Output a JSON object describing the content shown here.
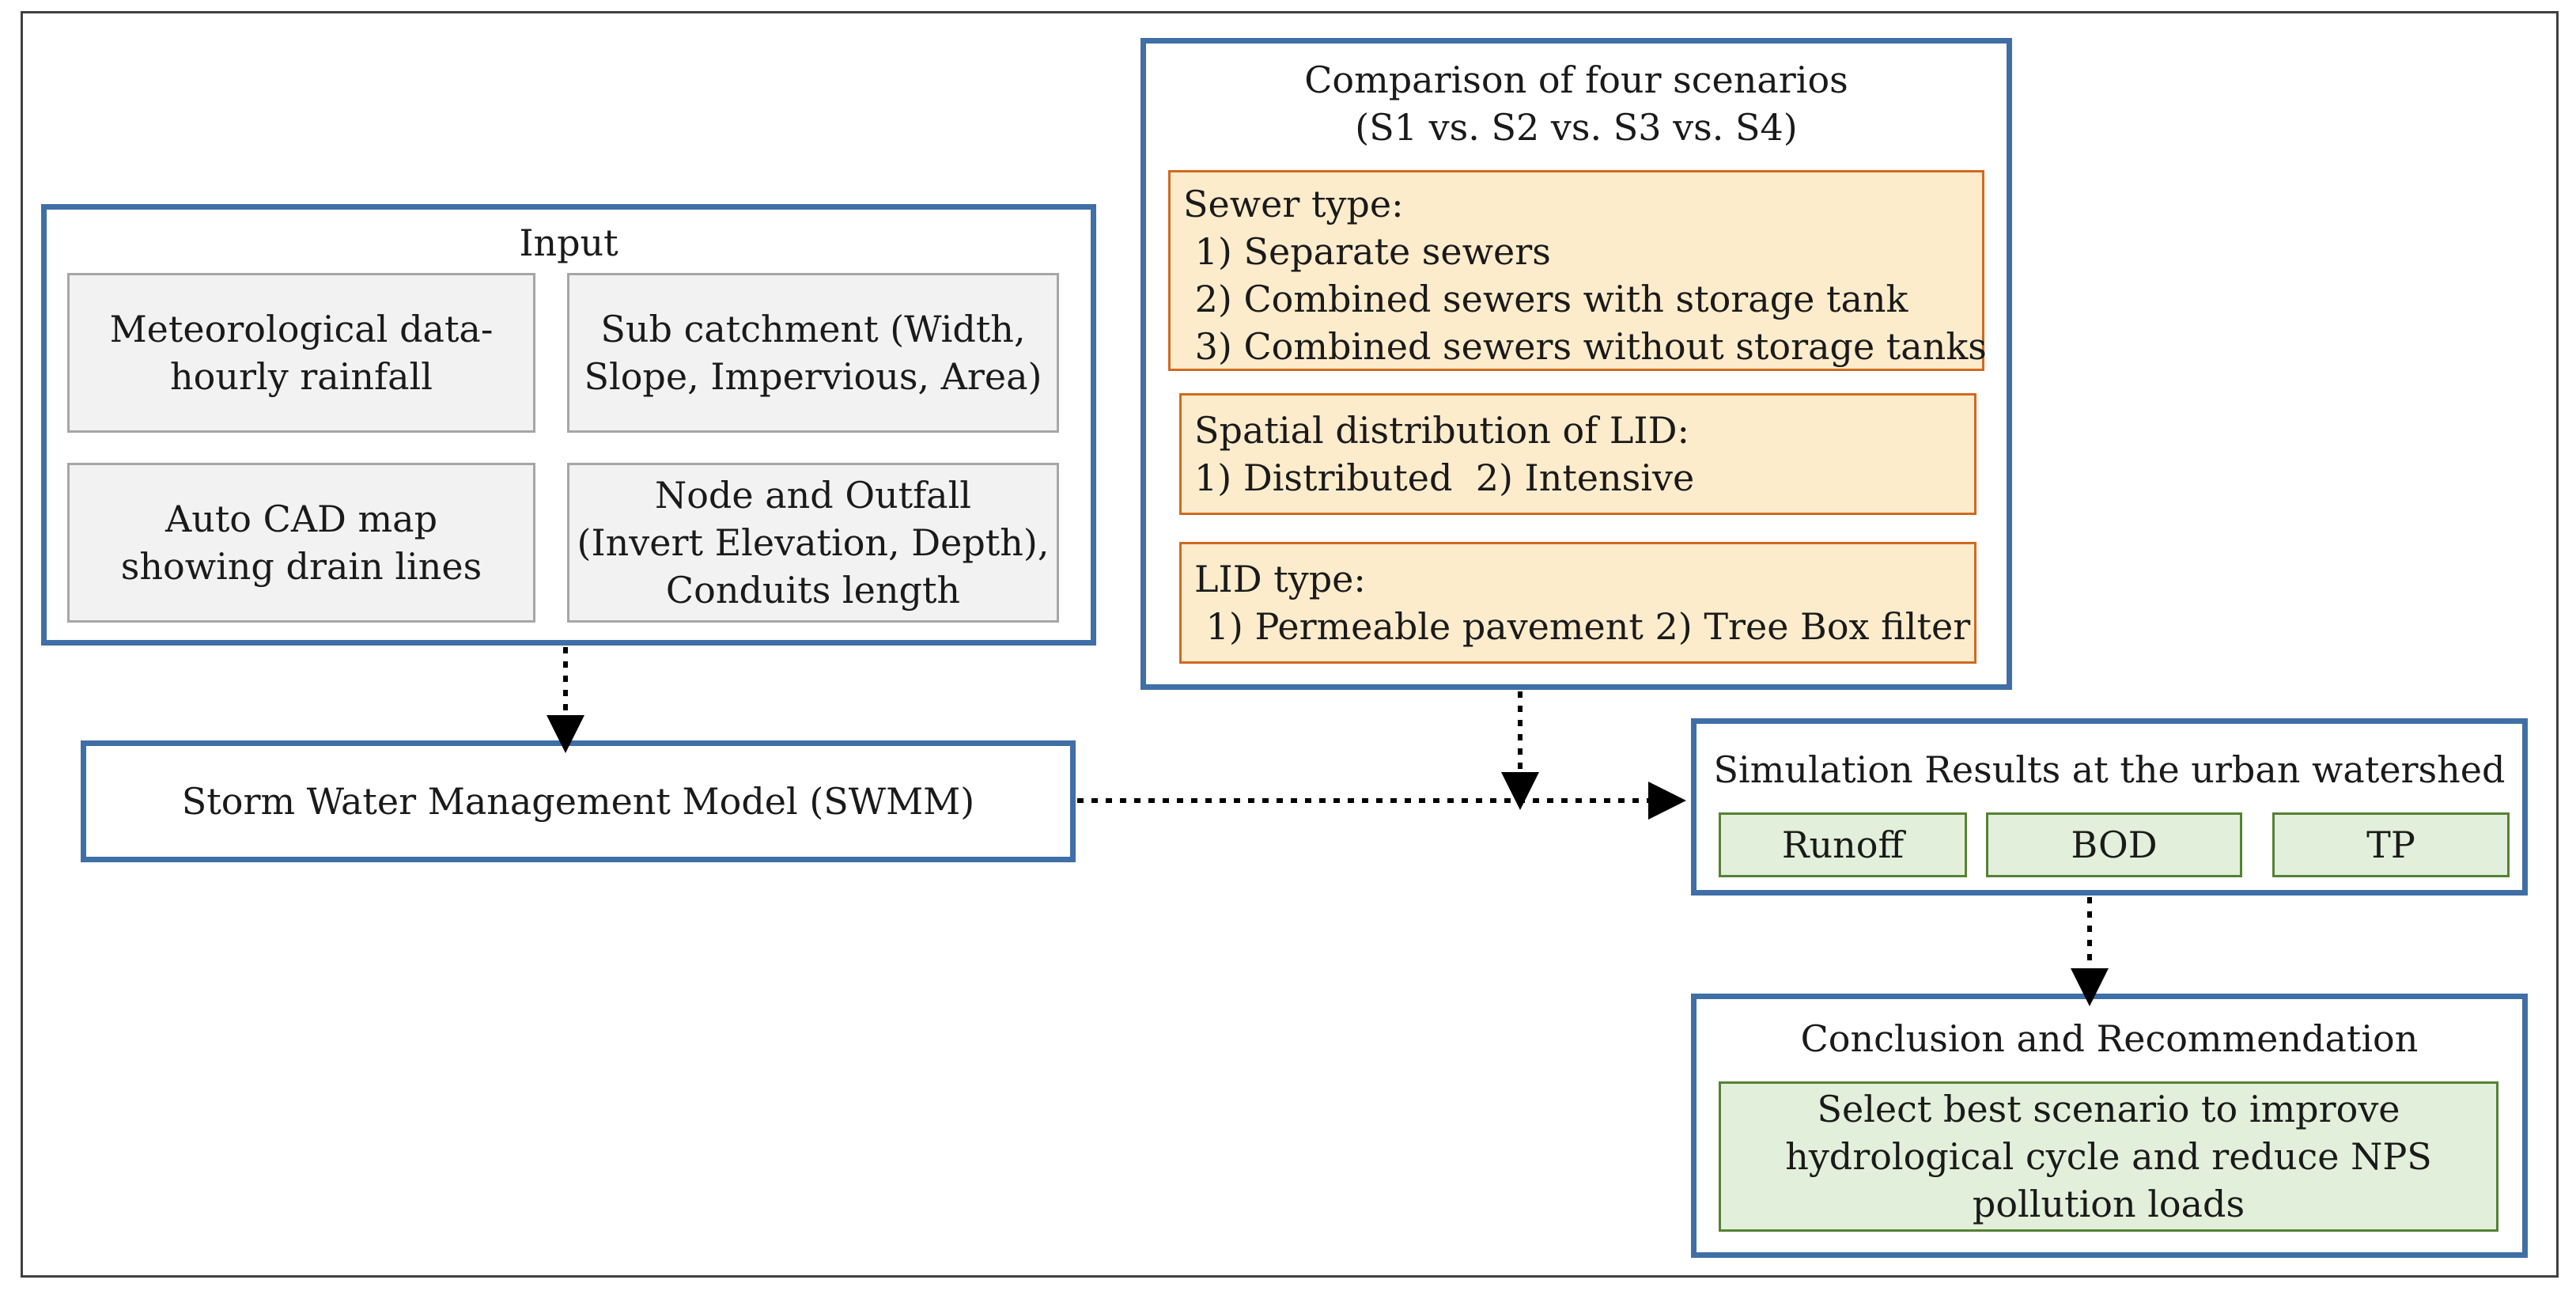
{
  "input": {
    "title": "Input",
    "cells": [
      "Meteorological data-\nhourly rainfall",
      "Sub catchment (Width,\nSlope, Impervious, Area)",
      "Auto CAD map\nshowing drain lines",
      "Node and Outfall\n(Invert Elevation, Depth),\nConduits length"
    ]
  },
  "swmm": {
    "label": "Storm Water Management Model (SWMM)"
  },
  "scenarios": {
    "title_line1": "Comparison of four scenarios",
    "title_line2": "(S1 vs. S2 vs. S3 vs. S4)",
    "sewer": {
      "heading": "Sewer type:",
      "items": [
        " 1) Separate sewers",
        " 2) Combined sewers with storage tank",
        " 3) Combined sewers without storage tanks"
      ]
    },
    "spatial": {
      "heading": "Spatial distribution of LID:",
      "items": [
        "1) Distributed  2) Intensive"
      ]
    },
    "lid": {
      "heading": "LID type:",
      "items": [
        " 1) Permeable pavement 2) Tree Box filter"
      ]
    }
  },
  "results": {
    "title": "Simulation Results at the urban watershed",
    "items": [
      "Runoff",
      "BOD",
      "TP"
    ]
  },
  "conclusion": {
    "title": "Conclusion and Recommendation",
    "body": "Select best scenario to improve\nhydrological cycle and reduce NPS\npollution loads"
  },
  "colors": {
    "box_border": "#3f6fa6",
    "grey_fill": "#f2f2f2",
    "orange_fill": "#fdeccc",
    "orange_border": "#d06a1f",
    "green_fill": "#e2efda",
    "green_border": "#548235"
  }
}
